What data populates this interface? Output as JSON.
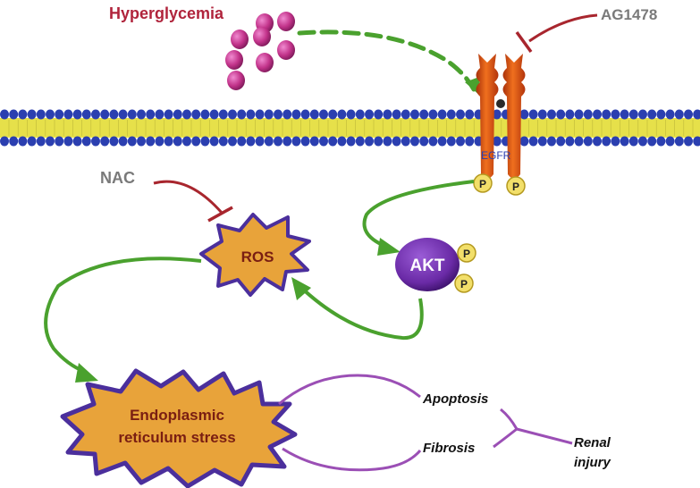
{
  "labels": {
    "hyperglycemia": "Hyperglycemia",
    "ag1478": "AG1478",
    "egfr": "EGFR",
    "nac": "NAC",
    "ros": "ROS",
    "akt": "AKT",
    "phospho": "P",
    "er_stress_line1": "Endoplasmic",
    "er_stress_line2": "reticulum stress",
    "apoptosis": "Apoptosis",
    "fibrosis": "Fibrosis",
    "renal_line1": "Renal",
    "renal_line2": "injury"
  },
  "colors": {
    "hyperglycemia_text": "#b0243c",
    "inhibitor_text": "#7a7a7a",
    "inhibitor_line": "#a8262e",
    "arrow_green": "#4aa12e",
    "outcome_purple": "#9b4fb5",
    "membrane_blue": "#2b3fb0",
    "membrane_yellow": "#e6e04a",
    "glucose": "#c2338a",
    "receptor": "#d84a10",
    "phospho_fill": "#f2df6a",
    "akt_fill": "#6a2aa6",
    "star_fill": "#e8a33a",
    "star_stroke": "#4b2f9c"
  }
}
